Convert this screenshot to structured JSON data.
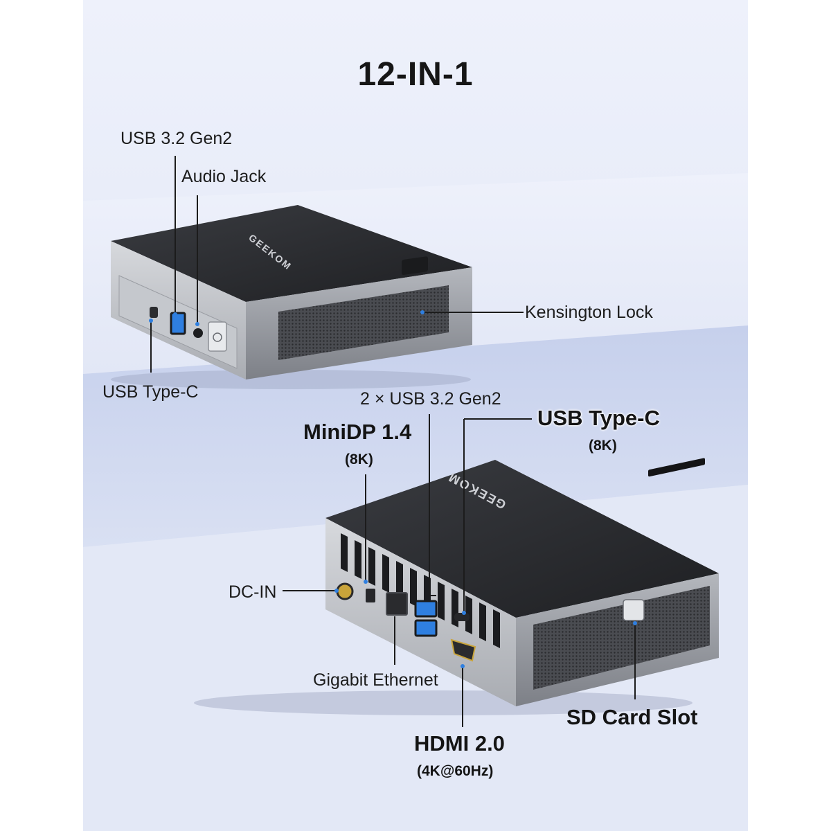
{
  "title": "12-IN-1",
  "brand": "GEEKOM",
  "front_labels": {
    "usb_gen2": "USB 3.2 Gen2",
    "audio": "Audio Jack",
    "kensington": "Kensington Lock",
    "usb_c": "USB Type-C"
  },
  "rear_labels": {
    "dual_usb": "2 × USB 3.2 Gen2",
    "usb_c": "USB Type-C",
    "usb_c_sub": "(8K)",
    "minidp": "MiniDP 1.4",
    "minidp_sub": "(8K)",
    "dc_in": "DC-IN",
    "ethernet": "Gigabit Ethernet",
    "hdmi": "HDMI 2.0",
    "hdmi_sub": "(4K@60Hz)",
    "sd": "SD Card Slot"
  },
  "colors": {
    "background": "#e4e9f7",
    "chassis_top": "#2b2d31",
    "chassis_side": "#9a9da3",
    "usb_blue": "#2f7fe0"
  }
}
